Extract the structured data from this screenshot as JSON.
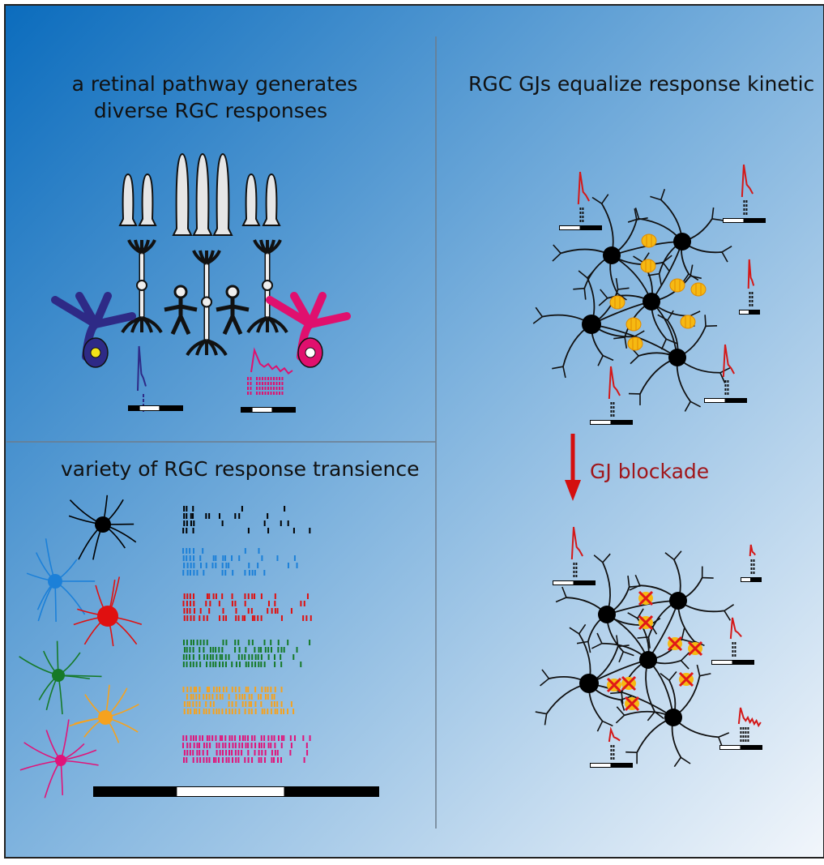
{
  "panels": {
    "top_left": {
      "title_line1": "a retinal pathway generates",
      "title_line2": "diverse RGC responses"
    },
    "bottom_left": {
      "title": "variety of RGC response transience"
    },
    "right": {
      "title": "RGC GJs equalize response kinetic",
      "arrow_label": "GJ blockade"
    }
  },
  "colors": {
    "bg_start": "#0b6cbd",
    "bg_end": "#eef4fa",
    "trace_red": "#d41818",
    "gap_junction": "#f6b912",
    "block_x": "#e01818",
    "arrow": "#d40f0f",
    "arrow_label": "#a0161a",
    "rgc_types": [
      "#000000",
      "#1c80d8",
      "#e01010",
      "#167a28",
      "#f6a21e",
      "#e0147a"
    ],
    "purple_cell": "#2e2a86",
    "magenta_cell": "#e0106e"
  }
}
